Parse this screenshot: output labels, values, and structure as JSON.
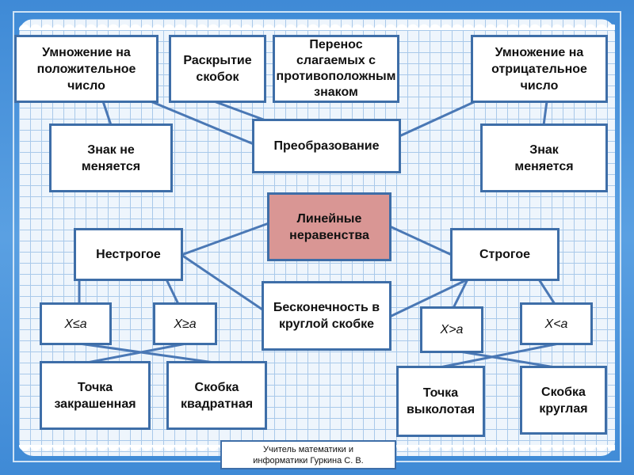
{
  "center": "Линейные неравенства",
  "transform": {
    "title": "Преобразование",
    "items": [
      "Умножение на положительное число",
      "Раскрытие скобок",
      "Перенос слагаемых с противоположным знаком",
      "Умножение на отрицательное число"
    ],
    "sign_same": "Знак не меняется",
    "sign_changes": "Знак меняется"
  },
  "nonstrict": {
    "title": "Нестрогое",
    "le": "X≤a",
    "ge": "X≥a",
    "filled_point": "Точка закрашенная",
    "square_bracket": "Скобка квадратная"
  },
  "strict": {
    "title": "Строгое",
    "gt": "X>a",
    "lt": "X<a",
    "hollow_point": "Точка выколотая",
    "round_bracket": "Скобка круглая"
  },
  "infinity": "Бесконечность в круглой скобке",
  "footer": "Учитель математики и информатики Гуркина С. В.",
  "colors": {
    "line": "#4a78b5",
    "center_fill": "#d99694",
    "border": "#3e6ea8"
  }
}
